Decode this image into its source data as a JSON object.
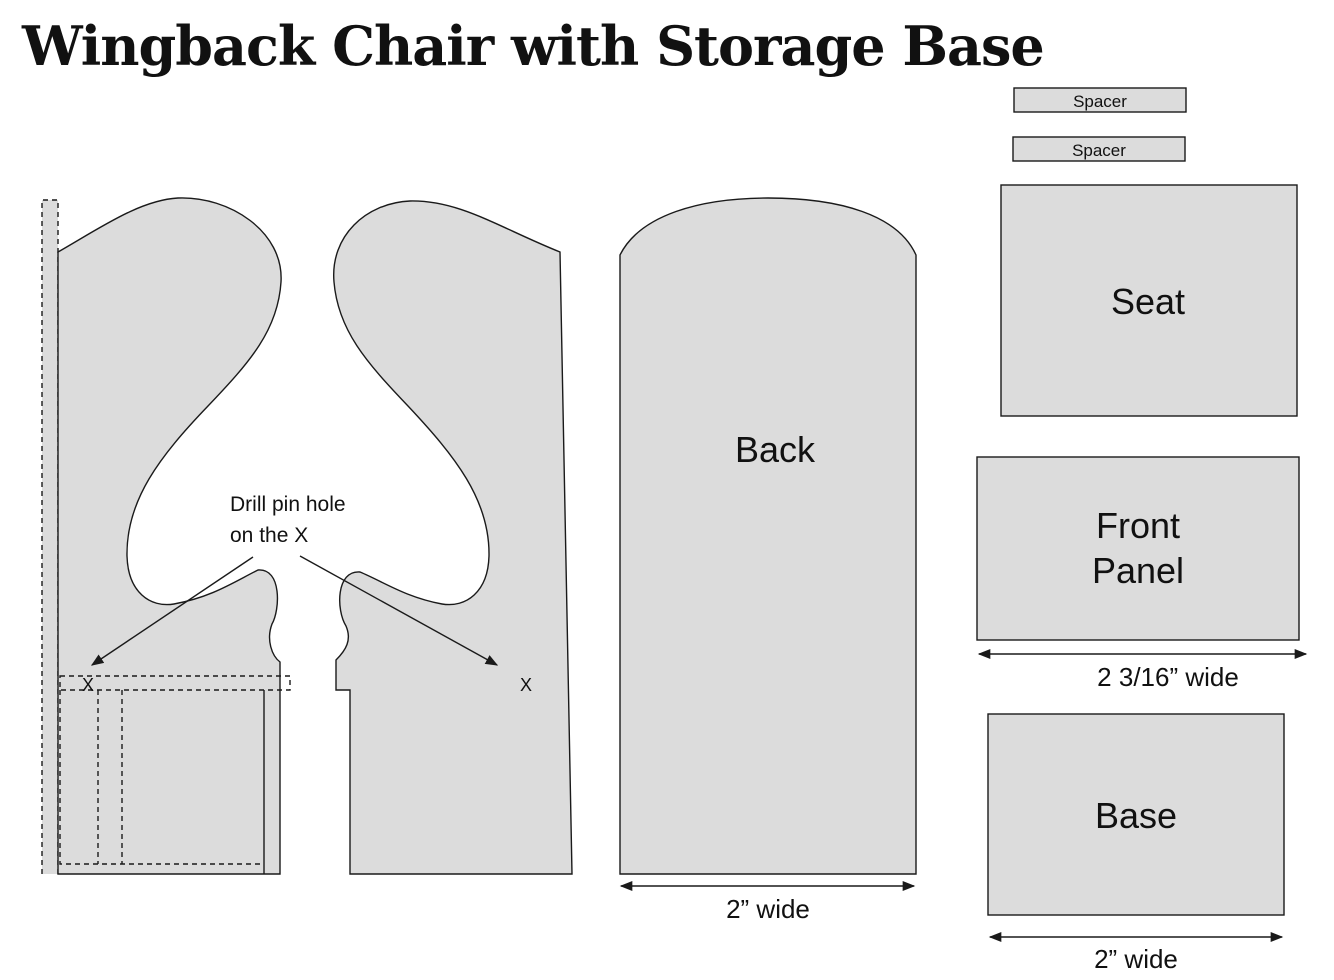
{
  "title": "Wingback Chair with Storage Base",
  "pieces": {
    "spacer_1": "Spacer",
    "spacer_2": "Spacer",
    "seat": "Seat",
    "front_panel_line1": "Front",
    "front_panel_line2": "Panel",
    "back": "Back",
    "base": "Base"
  },
  "annotations": {
    "drill_line1": "Drill pin hole",
    "drill_line2": "on the X",
    "x_mark_left": "X",
    "x_mark_right": "X"
  },
  "dimensions": {
    "back_width": "2” wide",
    "front_panel_width": "2 3/16” wide",
    "base_width": "2” wide"
  }
}
